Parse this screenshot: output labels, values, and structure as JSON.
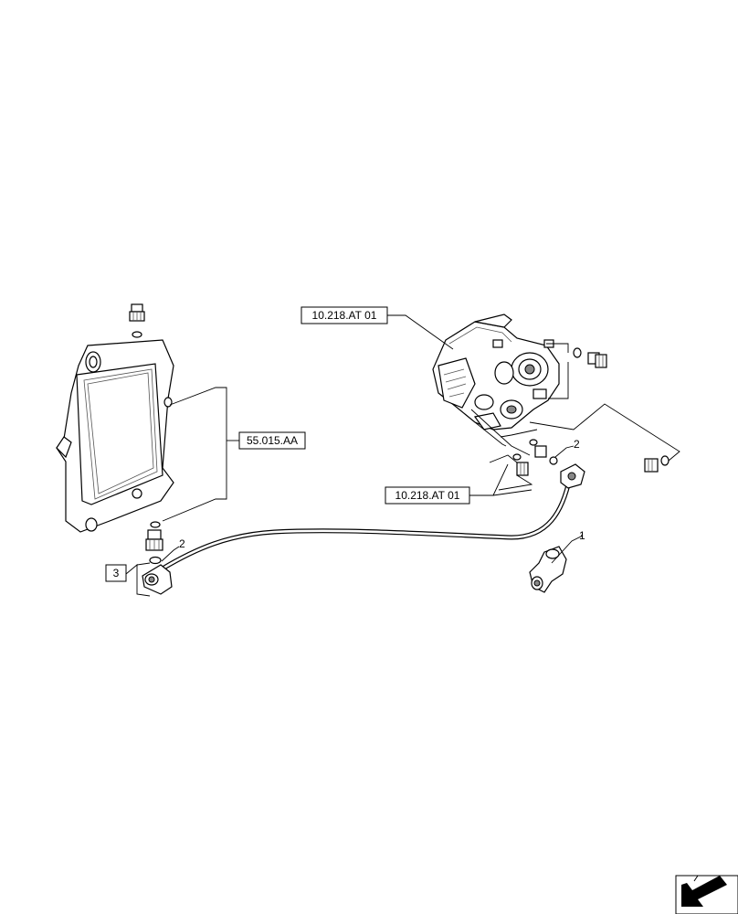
{
  "diagram": {
    "references": {
      "pump_top": "10.218.AT 01",
      "pump_bottom": "10.218.AT 01",
      "cooler": "55.015.AA"
    },
    "callouts": {
      "pipe": "1",
      "washer_right": "2",
      "washer_left": "2",
      "assembly_box": "3"
    },
    "nav_icon": "arrow-back-icon"
  }
}
